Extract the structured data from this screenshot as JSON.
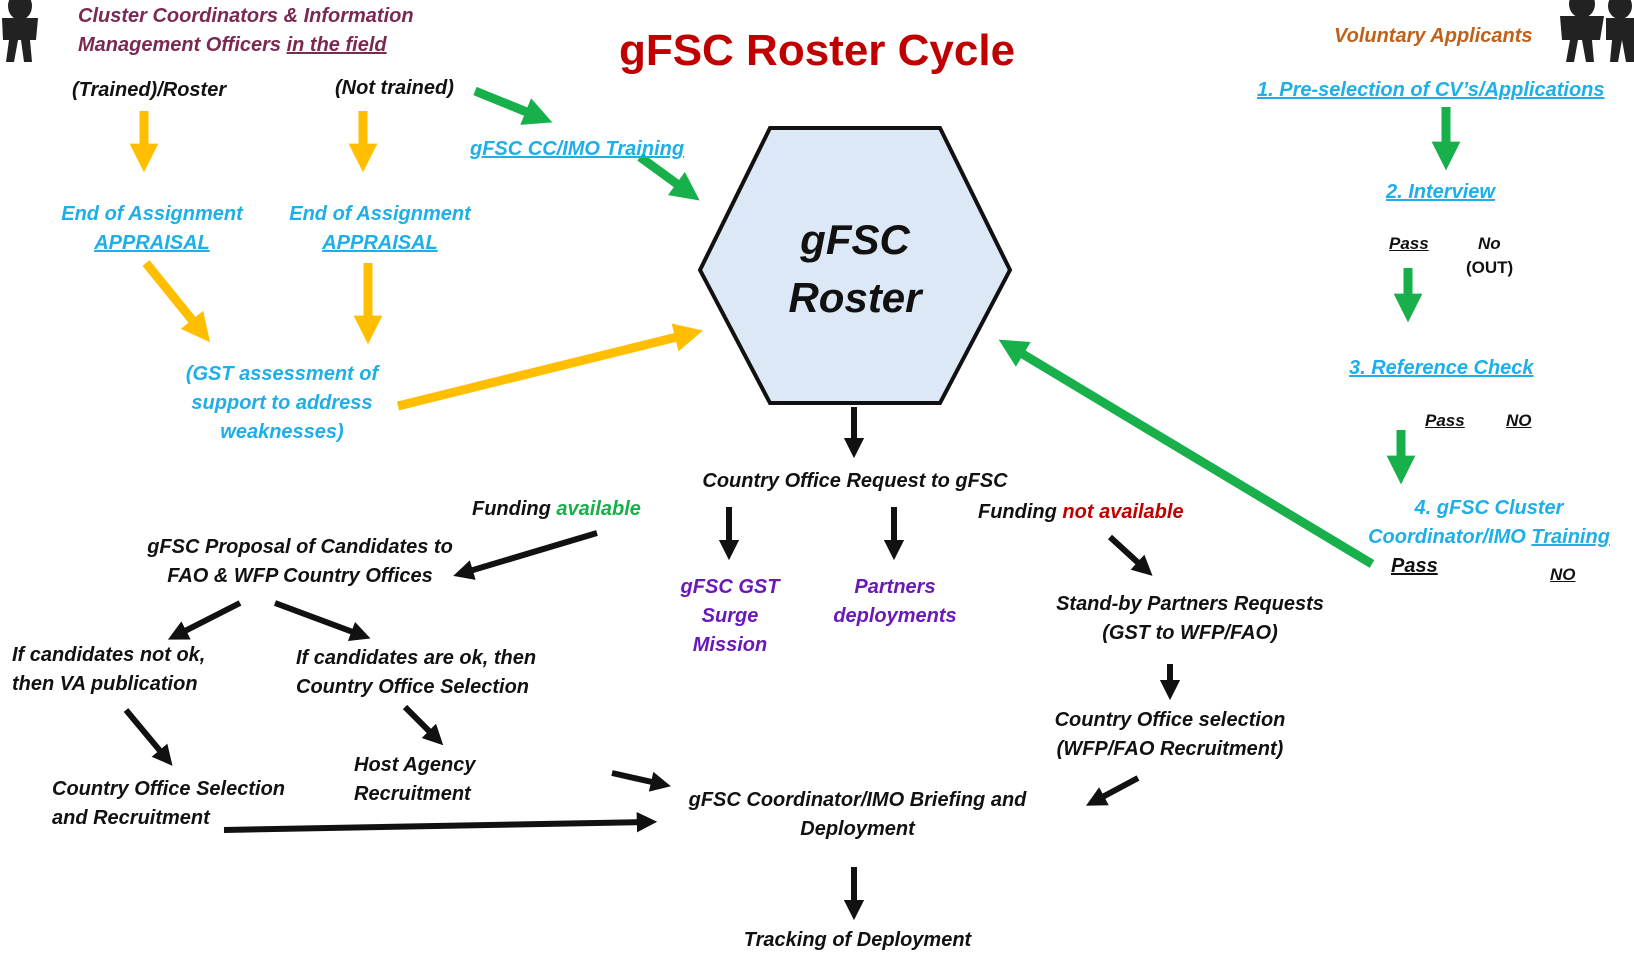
{
  "title": "gFSC Roster Cycle",
  "colors": {
    "yellow": "#ffbf00",
    "green": "#17b04a",
    "black": "#111111",
    "hex_fill": "#dce8f5",
    "title_red": "#c00000"
  },
  "icons": {
    "left": "silhouette-person-icon",
    "right": "silhouette-group-icon"
  },
  "header": {
    "left_group_line1": "Cluster Coordinators & Information",
    "left_group_line2_a": "Management Officers ",
    "left_group_line2_b": "in the field",
    "right_group": "Voluntary Applicants"
  },
  "left": {
    "trained": "(Trained)/Roster",
    "not_trained": "(Not trained)",
    "training": "gFSC CC/IMO Training",
    "eoa1_line1": "End of Assignment",
    "eoa1_line2": "APPRAISAL",
    "eoa2_line1": "End of Assignment",
    "eoa2_line2": "APPRAISAL",
    "gst_line1": "(GST assessment of",
    "gst_line2": "support to address",
    "gst_line3": "weaknesses)"
  },
  "center": {
    "hex_line1": "gFSC",
    "hex_line2": "Roster",
    "request": "Country Office Request to gFSC",
    "gst_surge_1": "gFSC GST",
    "gst_surge_2": "Surge",
    "gst_surge_3": "Mission",
    "partners_1": "Partners",
    "partners_2": "deployments"
  },
  "funding": {
    "available_label": "Funding ",
    "available_value": "available",
    "not_available_label": "Funding ",
    "not_available_value": "not available"
  },
  "lower_left": {
    "proposal_1": "gFSC Proposal of Candidates to",
    "proposal_2": "FAO & WFP Country Offices",
    "notok_1": "If candidates not ok,",
    "notok_2": "then VA publication",
    "ok_1": "If candidates are ok, then",
    "ok_2": "Country Office Selection",
    "cos_1": "Country Office Selection",
    "cos_2": "and Recruitment",
    "host_1": "Host Agency",
    "host_2": "Recruitment"
  },
  "lower_right": {
    "standby_1": "Stand-by Partners Requests",
    "standby_2": "(GST to WFP/FAO)",
    "cosel_1": "Country Office selection",
    "cosel_2": "(WFP/FAO Recruitment)"
  },
  "bottom": {
    "briefing_1": "gFSC Coordinator/IMO Briefing and",
    "briefing_2": "Deployment",
    "tracking": "Tracking of Deployment"
  },
  "right": {
    "step1": "1. Pre-selection of CV’s/Applications",
    "step2": "2. Interview",
    "pass1": "Pass",
    "no1": "No",
    "out": "(OUT)",
    "step3": "3. Reference  Check",
    "pass2": "Pass",
    "no2": "NO",
    "step4_line1": "4. gFSC Cluster",
    "step4_line2a": "Coordinator/IMO ",
    "step4_line2b": "Training",
    "pass3": "Pass",
    "no3": "NO"
  }
}
